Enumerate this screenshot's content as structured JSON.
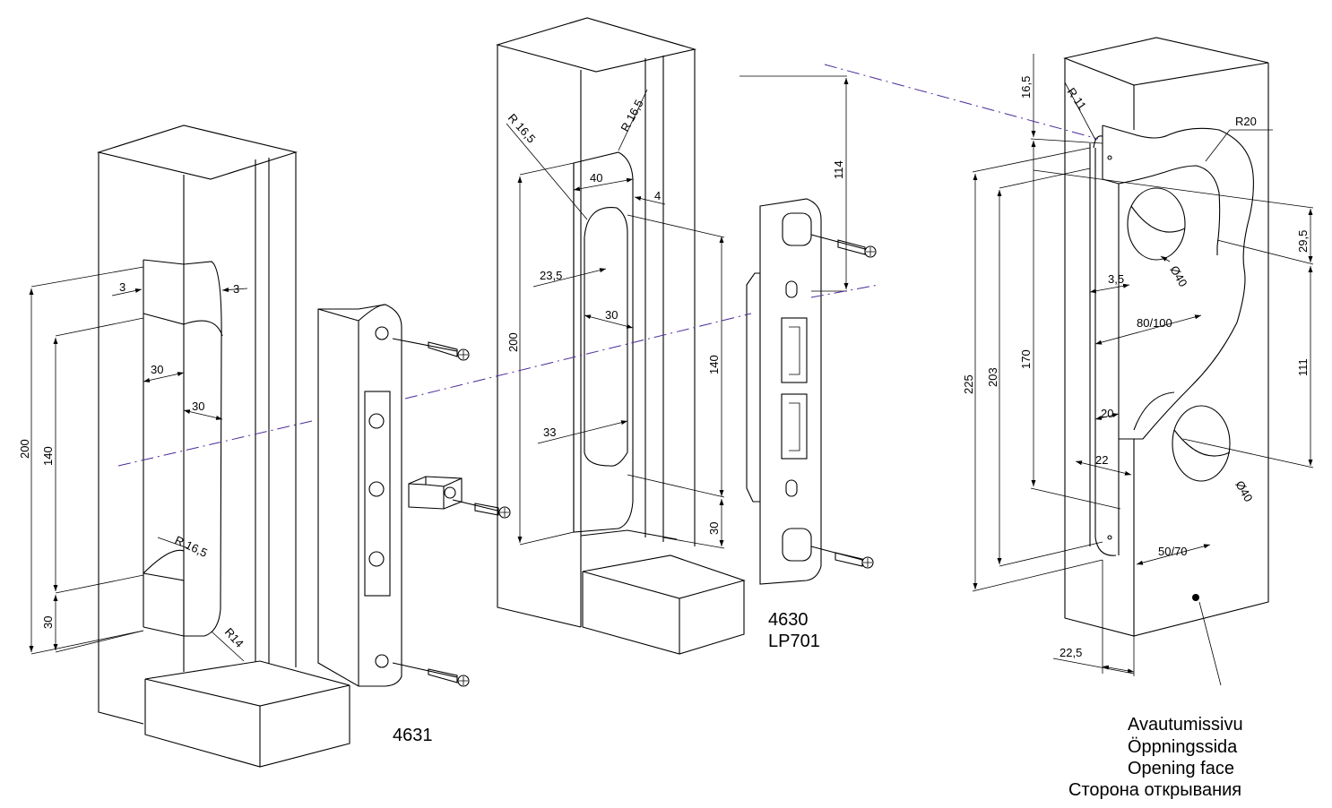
{
  "figure": {
    "part_labels": {
      "left": "4631",
      "middle_line1": "4630",
      "middle_line2": "LP701"
    },
    "legend": [
      "Avautumissivu",
      "Öppningssida",
      "Opening face",
      "Сторона открывания"
    ]
  },
  "dimensions": {
    "left": {
      "overall_height": "200",
      "slot_height": "140",
      "bottom_offset": "30",
      "lip_left": "3",
      "lip_right": "3",
      "slot_width": "30",
      "recess_width": "30",
      "radius_slot": "R 16,5",
      "radius_corner": "R14"
    },
    "middle": {
      "overall_height": "200",
      "slot_height": "140",
      "bottom_offset": "30",
      "top_width": "40",
      "edge_offset": "4",
      "radius_left": "R 16,5",
      "radius_right": "R 16,5",
      "inner_offset": "23,5",
      "slot_width": "30",
      "lower_width": "33",
      "screw_spacing": "114"
    },
    "right": {
      "overall_height": "225",
      "height_203": "203",
      "height_170": "170",
      "top_offset": "16,5",
      "radius_small": "R 11",
      "radius_large": "R20",
      "edge_offset": "3,5",
      "backset": "80/100",
      "hole_diameter_top": "Ø40",
      "hole_diameter_bottom": "Ø40",
      "offset_295": "29,5",
      "hole_spacing": "111",
      "width_20": "20",
      "width_22": "22",
      "width_5070": "50/70",
      "bottom_225": "22,5"
    }
  }
}
